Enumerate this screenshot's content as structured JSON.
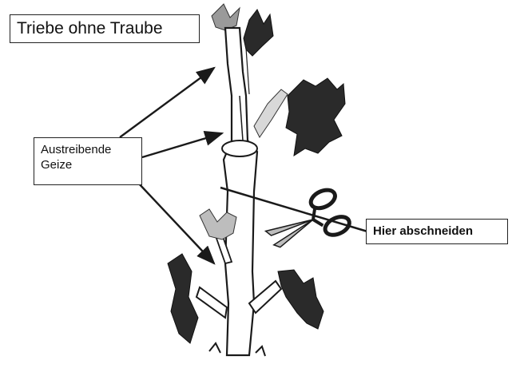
{
  "labels": {
    "title": "Triebe ohne Traube",
    "buds_line1": "Austreibende",
    "buds_line2": "Geize",
    "cut": "Hier abschneiden"
  },
  "colors": {
    "ink": "#1a1a1a",
    "stem_fill": "#ffffff",
    "leaf_dark": "#2a2a2a",
    "leaf_light": "#9a9a9a"
  },
  "icons": [
    "scissors-icon"
  ]
}
